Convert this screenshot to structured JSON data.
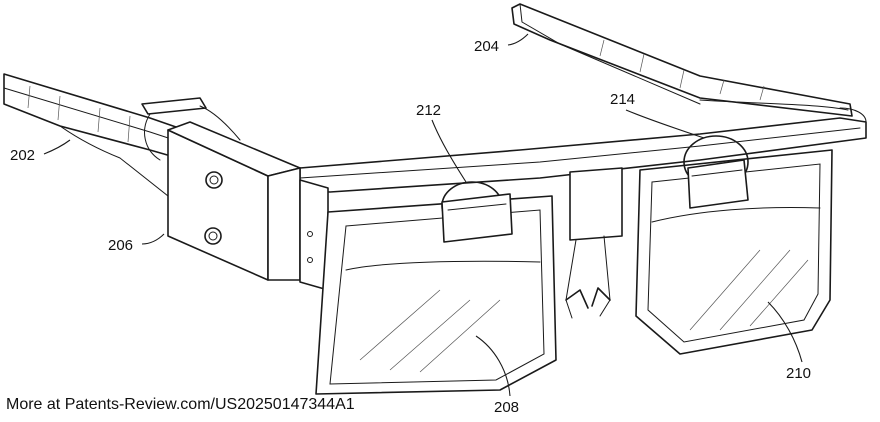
{
  "figure": {
    "labels": {
      "202": "202",
      "204": "204",
      "206": "206",
      "208": "208",
      "210": "210",
      "212": "212",
      "214": "214"
    }
  },
  "footer": {
    "text": "More at Patents-Review.com/US20250147344A1"
  }
}
